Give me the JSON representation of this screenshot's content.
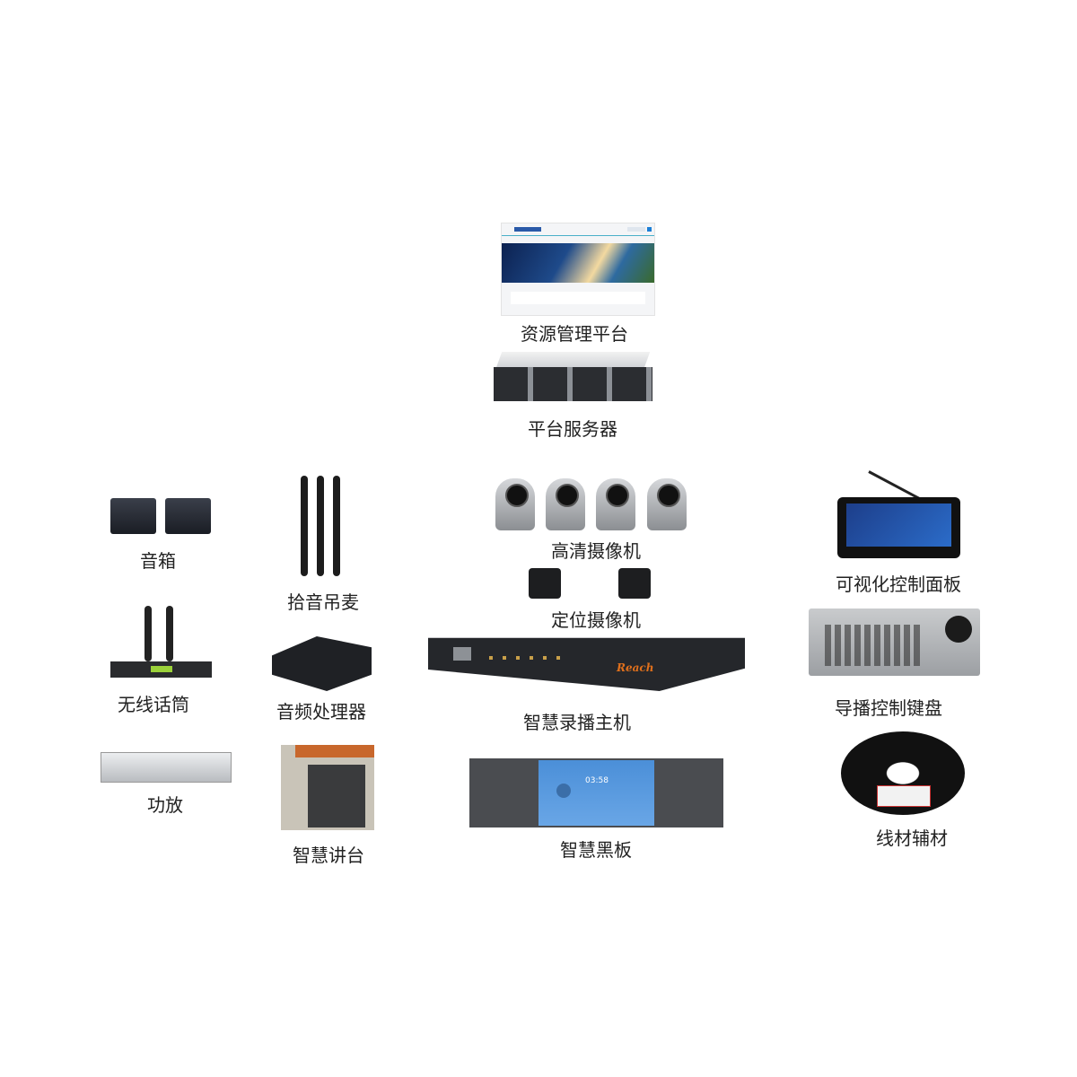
{
  "labels": {
    "platform": "资源管理平台",
    "server": "平台服务器",
    "hd_camera": "高清摄像机",
    "pos_camera": "定位摄像机",
    "host": "智慧录播主机",
    "blackboard": "智慧黑板",
    "speaker": "音箱",
    "hanging_mic": "拾音吊麦",
    "wireless_mic": "无线话筒",
    "audio_processor": "音频处理器",
    "amplifier": "功放",
    "podium": "智慧讲台",
    "control_panel": "可视化控制面板",
    "director_keyboard": "导播控制键盘",
    "cables": "线材辅材"
  },
  "brand": "Reach",
  "blackboard_clock": "03:58",
  "colors": {
    "accent": "#1c7fd6",
    "brand_orange": "#e0701c",
    "device_dark": "#2a2d33"
  }
}
